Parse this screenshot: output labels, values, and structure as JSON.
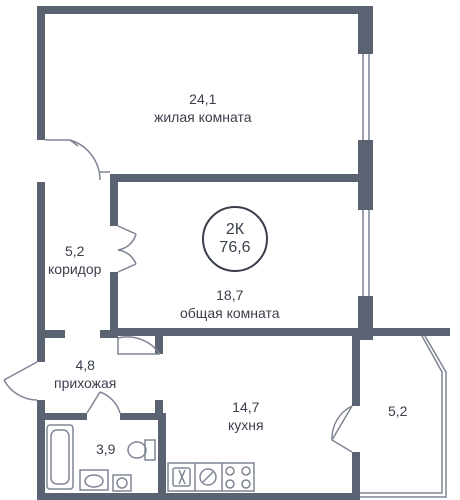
{
  "plan": {
    "wall_color": "#5b6272",
    "fixture_color": "#7f8595",
    "text_color": "#3a3f4c"
  },
  "apartment": {
    "type": "2К",
    "total_area": "76,6"
  },
  "rooms": {
    "living_room": {
      "area": "24,1",
      "name": "жилая комната"
    },
    "common_room": {
      "area": "18,7",
      "name": "общая комната"
    },
    "corridor": {
      "area": "5,2",
      "name": "коридор"
    },
    "hallway": {
      "area": "4,8",
      "name": "прихожая"
    },
    "kitchen": {
      "area": "14,7",
      "name": "кухня"
    },
    "bathroom": {
      "area": "3,9"
    },
    "balcony": {
      "area": "5,2"
    }
  }
}
